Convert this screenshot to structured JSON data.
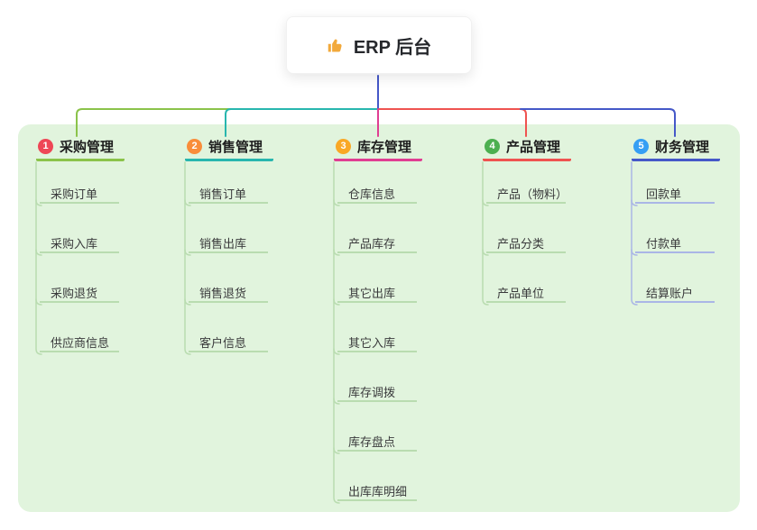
{
  "root": {
    "icon": "thumbs-up",
    "title": "ERP 后台"
  },
  "branches": [
    {
      "badge": "1",
      "title": "采购管理",
      "color": "#8bc34a",
      "badge_color": "#ee4756",
      "children": [
        "采购订单",
        "采购入库",
        "采购退货",
        "供应商信息"
      ]
    },
    {
      "badge": "2",
      "title": "销售管理",
      "color": "#28b6ae",
      "badge_color": "#f98d3a",
      "children": [
        "销售订单",
        "销售出库",
        "销售退货",
        "客户信息"
      ]
    },
    {
      "badge": "3",
      "title": "库存管理",
      "color": "#e03e92",
      "badge_color": "#f9a825",
      "children": [
        "仓库信息",
        "产品库存",
        "其它出库",
        "其它入库",
        "库存调拨",
        "库存盘点",
        "出库库明细"
      ]
    },
    {
      "badge": "4",
      "title": "产品管理",
      "color": "#ef5350",
      "badge_color": "#4caf50",
      "children": [
        "产品（物料）",
        "产品分类",
        "产品单位"
      ]
    },
    {
      "badge": "5",
      "title": "财务管理",
      "color": "#4558c8",
      "badge_color": "#359ff4",
      "children": [
        "回款单",
        "付款单",
        "结算账户"
      ]
    }
  ],
  "colors": {
    "panel_bg": "#e1f4dd",
    "trunk": "#4558c8",
    "child_line": "#b9dcb0",
    "child_line_blue": "#aab6e6",
    "root_icon": "#f2a93b"
  }
}
